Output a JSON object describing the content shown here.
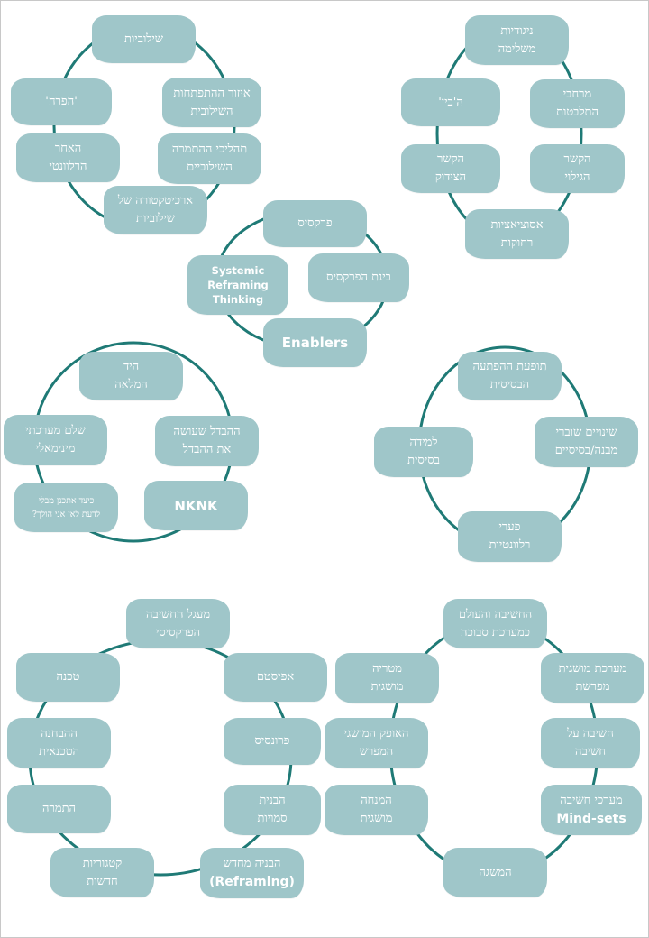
{
  "colors": {
    "node_fill": "#9fc6c9",
    "ring_stroke": "#1f7a76",
    "text": "#ffffff"
  },
  "clusters": {
    "shiluviut": {
      "top": "שילוביות",
      "haprach": "'הפרח'",
      "ezor_line1": "איזור ההתפתחות",
      "ezor_line2": "השילובית",
      "haacher_line1": "האחר",
      "haacher_line2": "הרלוונטי",
      "tahalichei_line1": "תהליכי ההתמרה",
      "tahalichei_line2": "השילוביים",
      "architectura_line1": "ארכיטקטורה של",
      "architectura_line2": "שילוביות"
    },
    "nigudiut": {
      "top_line1": "ניגודיות",
      "top_line2": "משלימה",
      "habein": "ה'בין'",
      "merchavei_line1": "מרחבי",
      "merchavei_line2": "התלבטות",
      "kesher_tziduk_line1": "הקשר",
      "kesher_tziduk_line2": "הצידוק",
      "kesher_gilui_line1": "הקשר",
      "kesher_gilui_line2": "הגילוי",
      "asotziatziot_line1": "אסוציאציות",
      "asotziatziot_line2": "רחוקות"
    },
    "praxis": {
      "top": "פרקסיס",
      "systemic_line1": "Systemic",
      "systemic_line2": "Reframing",
      "systemic_line3": "Thinking",
      "binat": "בינת הפרקסיס",
      "enablers": "Enablers"
    },
    "hayad": {
      "top_line1": "היד",
      "top_line2": "המלאה",
      "shalem_line1": "שלם מערכתי",
      "shalem_line2": "מינימאלי",
      "hahevdel_line1": "ההבדל שעושה",
      "hahevdel_line2": "את ההבדל",
      "keitzad_line1": "כיצד אתכנן מבלי",
      "keitzad_line2": "לדעת לאן אני הולך?",
      "nknk": "NKNK"
    },
    "hafta": {
      "top_line1": "תופעת ההפתעה",
      "top_line2": "הבסיסית",
      "lemida_line1": "למידה",
      "lemida_line2": "בסיסית",
      "shinuyim_line1": "שינויים שוברי",
      "shinuyim_line2": "מבנה/בסיסיים",
      "pearei_line1": "פערי",
      "pearei_line2": "רלוונטיות"
    },
    "maagal": {
      "top_line1": "מעגל החשיבה",
      "top_line2": "הפרקסיסי",
      "techne": "טכנה",
      "epistem": "אפיסטם",
      "habhana_line1": "ההבחנה",
      "habhana_line2": "הטכנאית",
      "frunesis": "פרונסיס",
      "tmura": "התמרה",
      "havnat_line1": "הבנית",
      "havnat_line2": "סמויות",
      "kategoriot_line1": "קטגוריות",
      "kategoriot_line2": "חדשות",
      "havnaya_line1": "הבניה מחדש",
      "havnaya_line2": "(Reframing)"
    },
    "chashiva": {
      "top_line1": "החשיבה והעולם",
      "top_line2": "כמערכת סבוכה",
      "metariya_line1": "מטריה",
      "metariya_line2": "מושגית",
      "maarechet_line1": "מערכת מושגית",
      "maarechet_line2": "מפרשת",
      "haofek_line1": "האופק המושגי",
      "haofek_line2": "המפרש",
      "chashiva_al_line1": "חשיבה על",
      "chashiva_al_line2": "חשיבה",
      "hamanche_line1": "המנחה",
      "hamanche_line2": "מושגית",
      "maarchei_line1": "מערכי חשיבה",
      "maarchei_line2": "Mind-sets",
      "hamusag": "המשגה"
    }
  }
}
